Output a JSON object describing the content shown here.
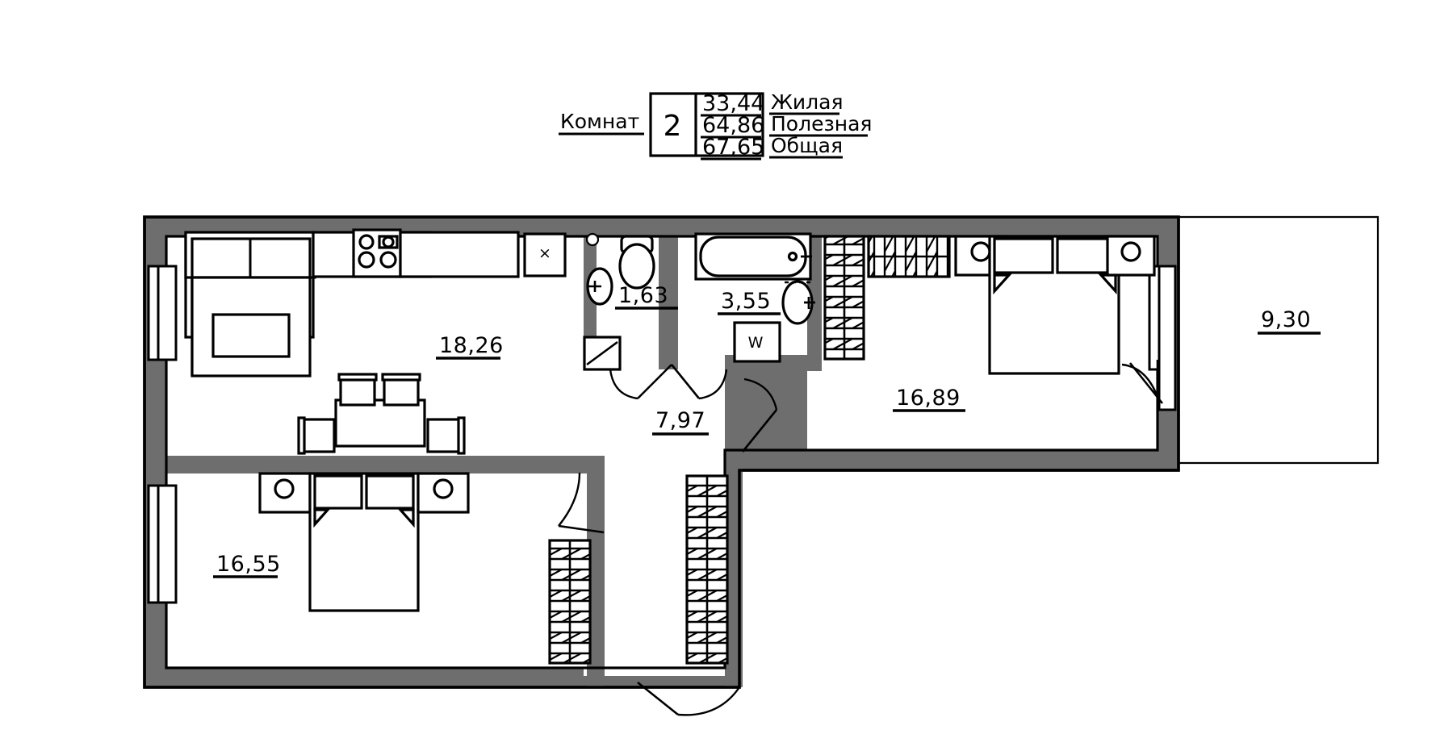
{
  "plan": {
    "title_block": {
      "rooms_label": "Комнат",
      "rooms_count": "2",
      "rows": [
        {
          "value": "33,44",
          "label": "Жилая"
        },
        {
          "value": "64,86",
          "label": "Полезная"
        },
        {
          "value": "67,65",
          "label": "Общая"
        }
      ]
    },
    "rooms": [
      {
        "name": "living-kitchen",
        "area": "18,26"
      },
      {
        "name": "wc",
        "area": "1,63"
      },
      {
        "name": "bathroom",
        "area": "3,55"
      },
      {
        "name": "hallway",
        "area": "7,97"
      },
      {
        "name": "bedroom-right",
        "area": "16,89"
      },
      {
        "name": "bedroom-left",
        "area": "16,55"
      },
      {
        "name": "balcony",
        "area": "9,30"
      }
    ],
    "fixtures": {
      "washing_machine_label": "W",
      "kitchen_sink_mark": "×"
    },
    "colors": {
      "wall": "#6e6e6e",
      "line": "#000000",
      "background": "#ffffff"
    }
  }
}
